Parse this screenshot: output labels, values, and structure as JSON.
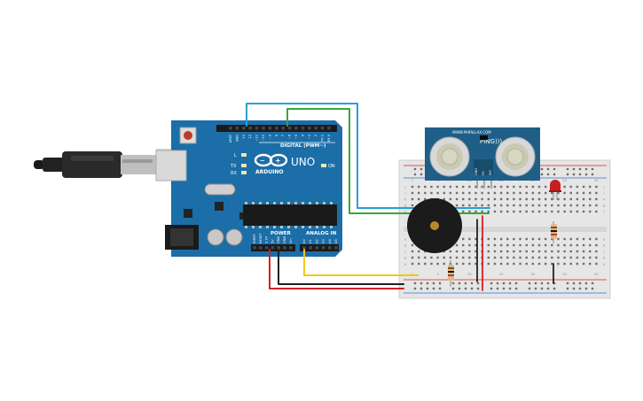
{
  "arduino": {
    "brand": "ARDUINO",
    "model": "UNO",
    "digital_label": "DIGITAL (PWM~)",
    "power_label": "POWER",
    "analog_label": "ANALOG IN",
    "on_label": "ON",
    "led_labels": [
      "L",
      "TX",
      "RX"
    ],
    "digital_pins": [
      "AREF",
      "GND",
      "13",
      "12",
      "~11",
      "~10",
      "~9",
      "8",
      "7",
      "~6",
      "~5",
      "4",
      "~3",
      "2",
      "TX 1",
      "RX 0"
    ],
    "power_pins": [
      "IOREF",
      "RESET",
      "3.3V",
      "5V",
      "GND",
      "GND",
      "Vin"
    ],
    "analog_pins": [
      "A0",
      "A1",
      "A2",
      "A3",
      "A4",
      "A5"
    ]
  },
  "sensor": {
    "label": "PING)))",
    "brand": "WWW.PARALLAX.COM",
    "pins": [
      "GND",
      "5V",
      "SIG"
    ]
  },
  "breadboard": {
    "columns": [
      "1",
      "5",
      "10",
      "15",
      "20",
      "25",
      "30"
    ],
    "rows": [
      "a",
      "b",
      "c",
      "d",
      "e",
      "f",
      "g",
      "h",
      "i",
      "j"
    ]
  },
  "colors": {
    "board": "#1b6ea8",
    "board_dark": "#0f4f7d",
    "wire_blue": "#2a9fd6",
    "wire_green": "#3ca43c",
    "wire_red": "#d3201f",
    "wire_black": "#222222",
    "wire_yellow": "#f2c81b",
    "breadboard": "#e6e6e6",
    "sensor_board": "#1f5f87",
    "led": "#c81e1e"
  }
}
